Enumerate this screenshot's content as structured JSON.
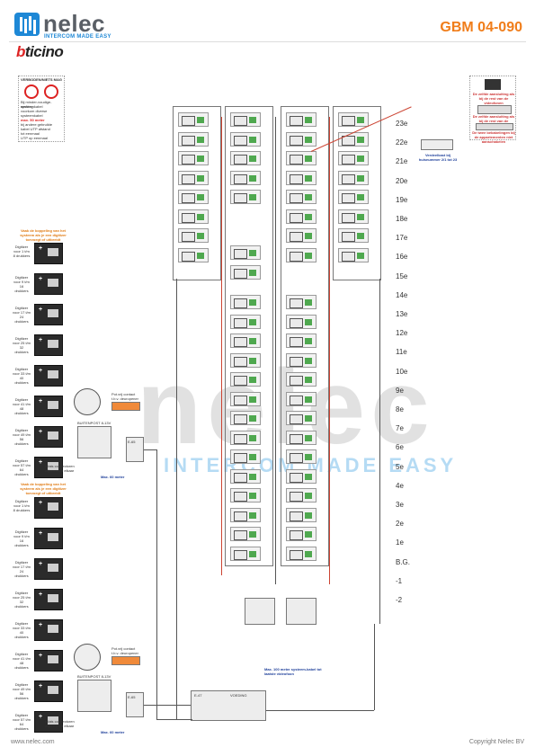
{
  "header": {
    "brand": "nelec",
    "tagline": "INTERCOM MADE EASY",
    "partner_logo": "bticino",
    "code": "GBM 04-090"
  },
  "floors": [
    "23e",
    "22e",
    "21e",
    "20e",
    "19e",
    "18e",
    "17e",
    "16e",
    "15e",
    "14e",
    "13e",
    "12e",
    "11e",
    "10e",
    "9e",
    "8e",
    "7e",
    "6e",
    "5e",
    "4e",
    "3e",
    "2e",
    "1e",
    "B.G.",
    "-1",
    "-2"
  ],
  "warning_box": {
    "title": "VERBODEN/NIETS MAG",
    "lines": [
      "Bij minder-voudige-werking",
      "systeemkabel",
      "voorkom diverse",
      "systeemkabel",
      "max. 50 meter",
      "bij andere gebruikte",
      "kabel UTP afstand",
      "tot eenmaal",
      "UTP op eenmaal"
    ]
  },
  "digitizer": {
    "orange_note_top": "Vaak de koppeling van het systeem als je een digitizer toevoegt of uitbreidt",
    "orange_note_bottom": "Vaak de koppeling van het systeem als je een digitizer toevoegt of uitbreidt",
    "labels": [
      "Digitizer voor 1 t/m 8 drukkers",
      "Digitizer voor 9 t/m 16 drukkers",
      "Digitizer voor 17 t/m 24 drukkers",
      "Digitizer voor 25 t/m 32 drukkers",
      "Digitizer voor 33 t/m 40 drukkers",
      "Digitizer voor 41 t/m 48 drukkers",
      "Digitizer voor 49 t/m 56 drukkers",
      "Digitizer voor 57 t/m 64 drukkers"
    ]
  },
  "annotations": {
    "pot_vrij_contact": "Pot.vrij contact",
    "deuropener": "t.b.v. deuropener",
    "buitenpost": "BUITENPOST 8-13V",
    "relais": "relais connectoren",
    "wijzen": "wijzen naar elkaar",
    "max_60": "Max. 60 meter",
    "max_100": "Max. 100 meter systeem-kabel tot laatste videofoon",
    "verdeelkast": "Verdeelkast bij huisnummer 2/1 tot 23",
    "e47": "E-47",
    "voeding": "VOEDING",
    "e65": "E-65"
  },
  "right_legend": {
    "line1": "De zelfde aansluiting als bij de rest van de videofonen",
    "line2": "De zelfde aansluiting als bij de rest van de videofonen",
    "line3": "De twee bekabelingen bij de appartementen niet aanschakelen"
  },
  "footer": {
    "left": "www.nelec.com",
    "right": "Copyright Nelec BV"
  },
  "watermark": {
    "word": "nelec",
    "tag": "INTERCOM MADE EASY"
  },
  "colors": {
    "brand_blue": "#1e88d6",
    "code_orange": "#f07d1a",
    "wire": "#555555",
    "wire_red": "#c43333"
  }
}
